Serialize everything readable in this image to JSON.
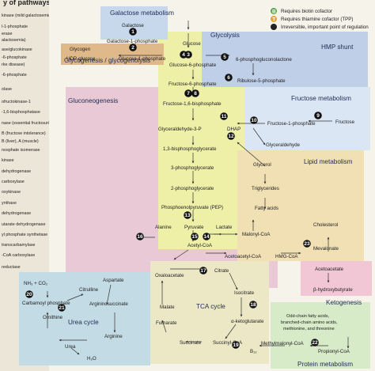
{
  "header": {
    "title_fragment": "y of pathways"
  },
  "legend": {
    "biotin": "Requires biotin cofactor",
    "thiamine": "Requires thiamine cofactor (TPP)",
    "irreversible": "Irreversible, important point of regulation",
    "biotin_mark": "B",
    "thiamine_mark": "T",
    "colors": {
      "biotin": "#55a845",
      "thiamine": "#e8a23a",
      "irreversible": "#222222"
    }
  },
  "left_list": [
    "kinase (mild galactosemia)",
    "l-1-phosphate",
    "erase",
    "alactosemia)",
    "ase/glucokinase",
    "-6-phosphate",
    "rke disease)",
    "-6-phosphate",
    "olase",
    "ofructokinase-1",
    "-1,6-bisphosphatase",
    "nase (essential fructosuria)",
    "B (fructose intolerance)",
    "B (liver), A (muscle)",
    "nosphate isomerase",
    "kinase",
    "dehydrogenase",
    "carboxylase",
    "oxykinase",
    "ynthase",
    "dehydrogenase",
    "utarate dehydrogenase",
    "yl phosphate synthetase I",
    "transcarbamylase",
    "-CoA carboxylase",
    "reductase"
  ],
  "regions": {
    "galactose": "Galactose metabolism",
    "glycolysis": "Glycolysis",
    "hmp": "HMP shunt",
    "glycogenesis": "Glycogenesis / glycogenolysis",
    "gluconeogenesis": "Gluconeogenesis",
    "fructose": "Fructose metabolism",
    "lipid": "Lipid metabolism",
    "ketogenesis": "Ketogenesis",
    "urea": "Urea cycle",
    "tca": "TCA cycle",
    "protein": "Protein metabolism"
  },
  "metabolites": {
    "galactose": "Galactose",
    "galactose_1p": "Galactose-1-phosphate",
    "glycogen": "Glycogen",
    "udp_glucose": "UDP-glucose",
    "glucose_1p": "Glucose-1-phosphate",
    "glucose": "Glucose",
    "glucose_6p": "Glucose-6-phosphate",
    "pgl6": "6-phosphogluconolactone",
    "ribulose5p": "Ribulose-5-phosphate",
    "fructose_6p": "Fructose-6-phosphate",
    "fructose_16bp": "Fructose-1,6-bisphosphate",
    "fructose_1p": "Fructose-1-phosphate",
    "fructose": "Fructose",
    "g3p": "Glyceraldehyde-3-P",
    "dhap": "DHAP",
    "glyceraldehyde": "Glyceraldehyde",
    "bpg13": "1,3-bisphosphoglycerate",
    "pg3": "3-phosphoglycerate",
    "pg2": "2-phosphoglycerate",
    "pep": "Phosphoenolpyruvate (PEP)",
    "glycerol": "Glycerol",
    "triglycerides": "Triglycerides",
    "fatty_acids": "Fatty acids",
    "alanine": "Alanine",
    "pyruvate": "Pyruvate",
    "lactate": "Lactate",
    "malonyl_coa": "Malonyl-CoA",
    "cholesterol": "Cholesterol",
    "acetyl_coa": "Acetyl-CoA",
    "acetoacetyl_coa": "Acetoacetyl-CoA",
    "hmg_coa": "HMG-CoA",
    "mevalonate": "Mevalonate",
    "acetoacetate": "Acetoacetate",
    "bhb": "β-hydroxybutyrate",
    "nh3": "NH₃ + CO₂",
    "carbamoyl": "Carbamoyl phosphate",
    "citrulline": "Citrulline",
    "aspartate": "Aspartate",
    "argsucc": "Argininosuccinate",
    "ornithine": "Ornithine",
    "arginine": "Arginine",
    "urea": "Urea",
    "h2o": "H₂O",
    "oxaloacetate": "Oxaloacetate",
    "citrate": "Citrate",
    "isocitrate": "Isocitrate",
    "malate": "Malate",
    "fumarate": "Fumarate",
    "succinate": "Succinate",
    "succinyl_coa": "Succinyl-CoA",
    "akg": "α-ketoglutarate",
    "b12": "B₁₂",
    "methylmalonyl": "Methylmalonyl-CoA",
    "propionyl": "Propionyl-CoA",
    "oddchain": "Odd-chain fatty acids, branched-chain amino acids, methionine, and threonine"
  },
  "steps": [
    "1",
    "2",
    "3",
    "4",
    "5",
    "6",
    "7",
    "8",
    "9",
    "10",
    "11",
    "12",
    "13",
    "14",
    "15",
    "16",
    "17",
    "18",
    "19",
    "20",
    "21",
    "22",
    "23"
  ]
}
